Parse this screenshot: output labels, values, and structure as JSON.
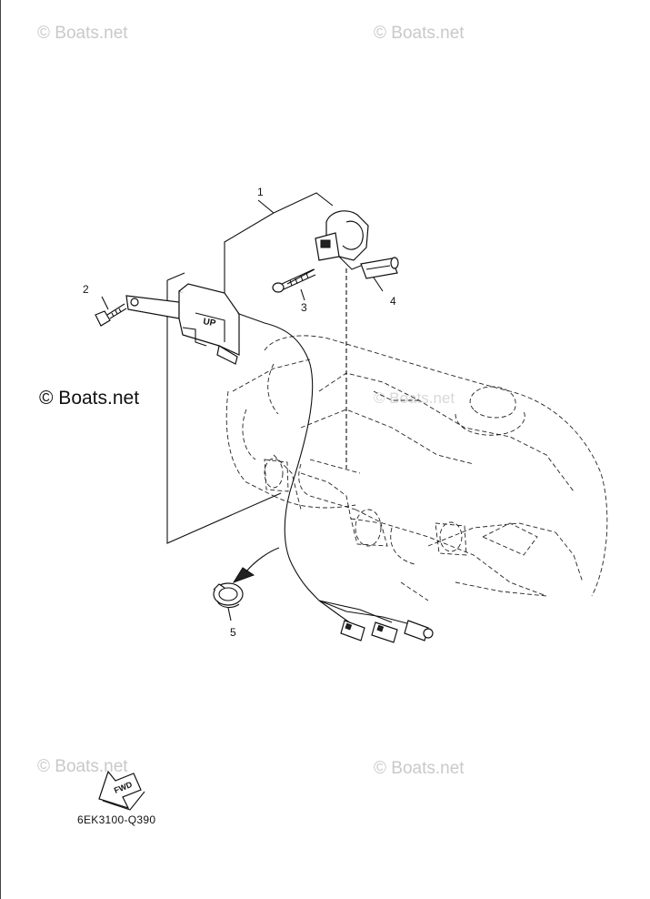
{
  "watermarks": {
    "top_left": "© Boats.net",
    "top_right": "© Boats.net",
    "main": "© Boats.net",
    "center_faint": "© Boats.net",
    "bottom_left": "© Boats.net",
    "bottom_right": "© Boats.net"
  },
  "callouts": {
    "p1": "1",
    "p2": "2",
    "p3": "3",
    "p4": "4",
    "p5": "5"
  },
  "direction_arrow": {
    "label": "FWD"
  },
  "sensor_label": "UP",
  "diagram_code": "6EK3100-Q390"
}
